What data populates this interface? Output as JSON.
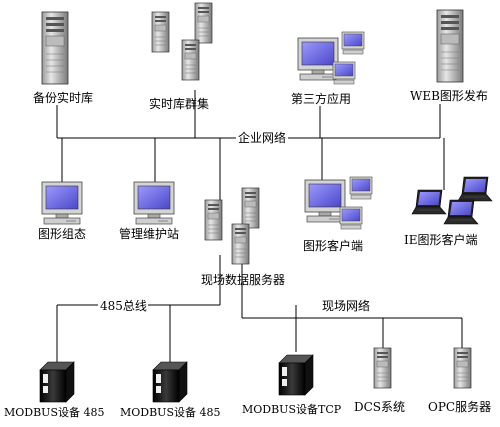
{
  "nodes": {
    "backup_db": "备份实时库",
    "realtime_cluster": "实时库群集",
    "third_party": "第三方应用",
    "web_publish": "WEB图形发布",
    "graphic_config": "图形组态",
    "admin_station": "管理维护站",
    "graphic_client": "图形客户端",
    "ie_client": "IE图形客户端",
    "field_server": "现场数据服务器",
    "modbus485_a": "MODBUS设备 485",
    "modbus485_b": "MODBUS设备 485",
    "modbus_tcp": "MODBUS设备TCP",
    "dcs": "DCS系统",
    "opc": "OPC服务器"
  },
  "buses": {
    "enterprise": "企业网络",
    "rs485": "485总线",
    "field": "现场网络"
  },
  "icons": {
    "server": "server-tower-icon",
    "pc": "desktop-computer-icon",
    "laptop": "laptop-icon",
    "device": "modbus-device-icon"
  },
  "colors": {
    "screen": "#7b78e8",
    "screen_dark": "#3b38a8",
    "body": "#d8d8d8",
    "body_dark": "#8a8a8a",
    "device": "#111111"
  }
}
